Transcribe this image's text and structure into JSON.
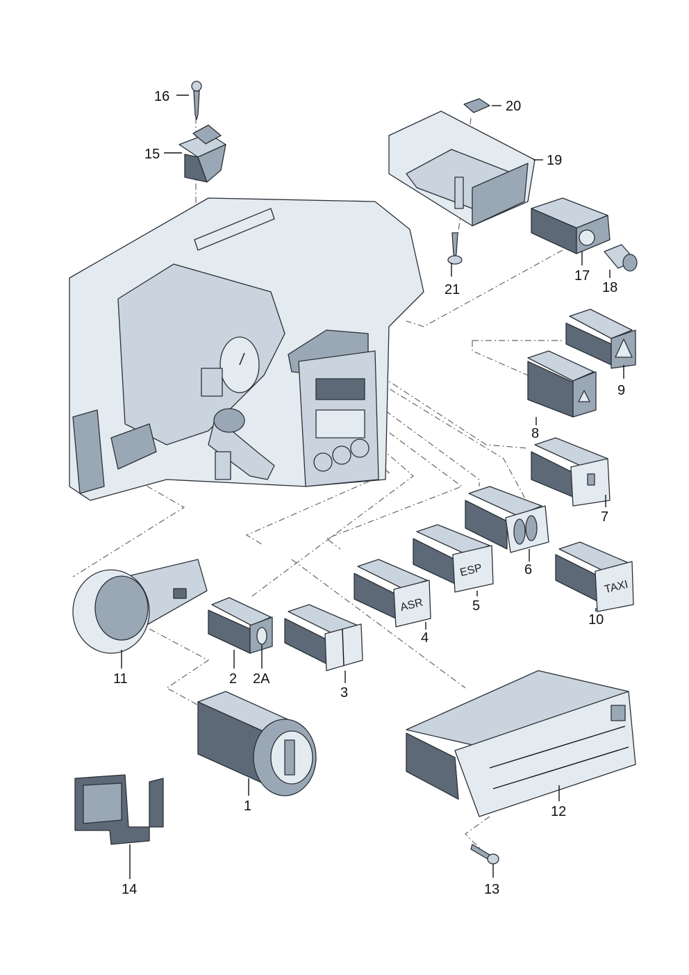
{
  "callouts": {
    "c1": "1",
    "c2": "2",
    "c2a": "2A",
    "c3": "3",
    "c4": "4",
    "c5": "5",
    "c6": "6",
    "c7": "7",
    "c8": "8",
    "c9": "9",
    "c10": "10",
    "c11": "11",
    "c12": "12",
    "c13": "13",
    "c14": "14",
    "c15": "15",
    "c16": "16",
    "c17": "17",
    "c18": "18",
    "c19": "19",
    "c20": "20",
    "c21": "21"
  },
  "button_glyphs": {
    "asr": "ASR",
    "esp": "ESP",
    "taxi": "TAXI"
  },
  "colors": {
    "part_dark": "#5d6977",
    "part_mid": "#9aa8b6",
    "part_light": "#c9d4de",
    "dash_line": "#666666"
  }
}
